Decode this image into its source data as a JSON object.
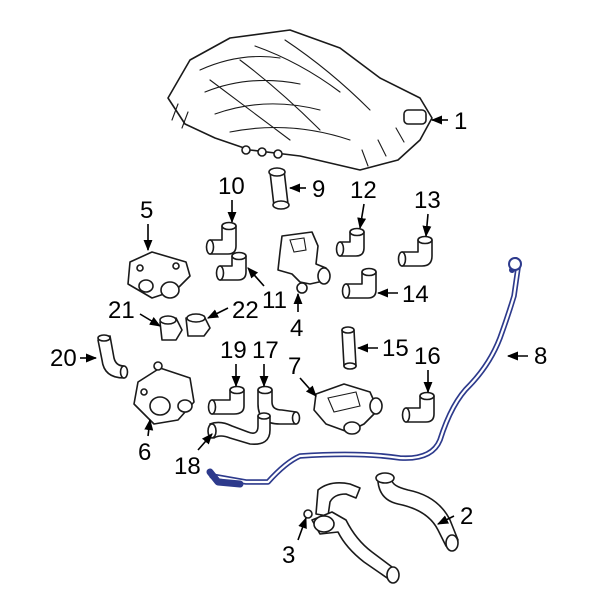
{
  "highlight_color": "#2d3a8c",
  "callouts": {
    "c1": "1",
    "c2": "2",
    "c3": "3",
    "c4": "4",
    "c5": "5",
    "c6": "6",
    "c7": "7",
    "c8": "8",
    "c9": "9",
    "c10": "10",
    "c11": "11",
    "c12": "12",
    "c13": "13",
    "c14": "14",
    "c15": "15",
    "c16": "16",
    "c17": "17",
    "c18": "18",
    "c19": "19",
    "c20": "20",
    "c21": "21",
    "c22": "22"
  }
}
